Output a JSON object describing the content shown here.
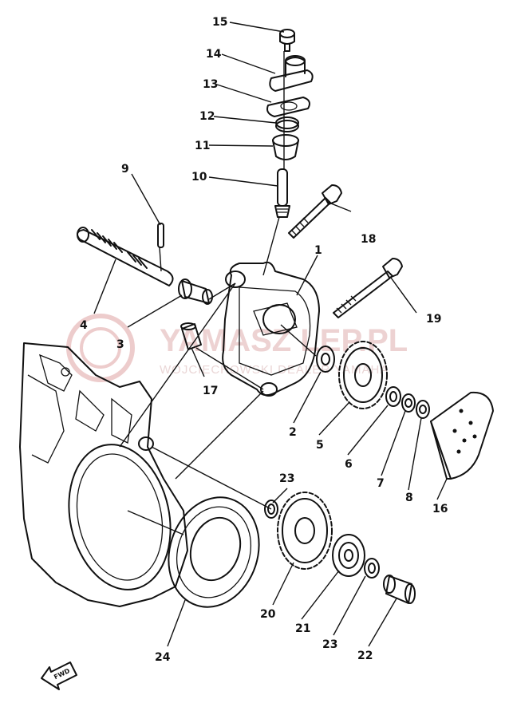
{
  "diagram": {
    "part_numbers": [
      "15",
      "14",
      "13",
      "12",
      "11",
      "10",
      "9",
      "18",
      "1",
      "4",
      "3",
      "19",
      "17",
      "2",
      "5",
      "6",
      "7",
      "8",
      "16",
      "23",
      "20",
      "21",
      "23",
      "22",
      "24"
    ]
  },
  "watermark": {
    "brand": "YAMASZ   LEP.PL",
    "subtitle": "WOJCIECHOWSKI DEALER YAMAHA",
    "color": "#e7c4c4"
  },
  "direction_arrow": {
    "label": "FWD"
  }
}
